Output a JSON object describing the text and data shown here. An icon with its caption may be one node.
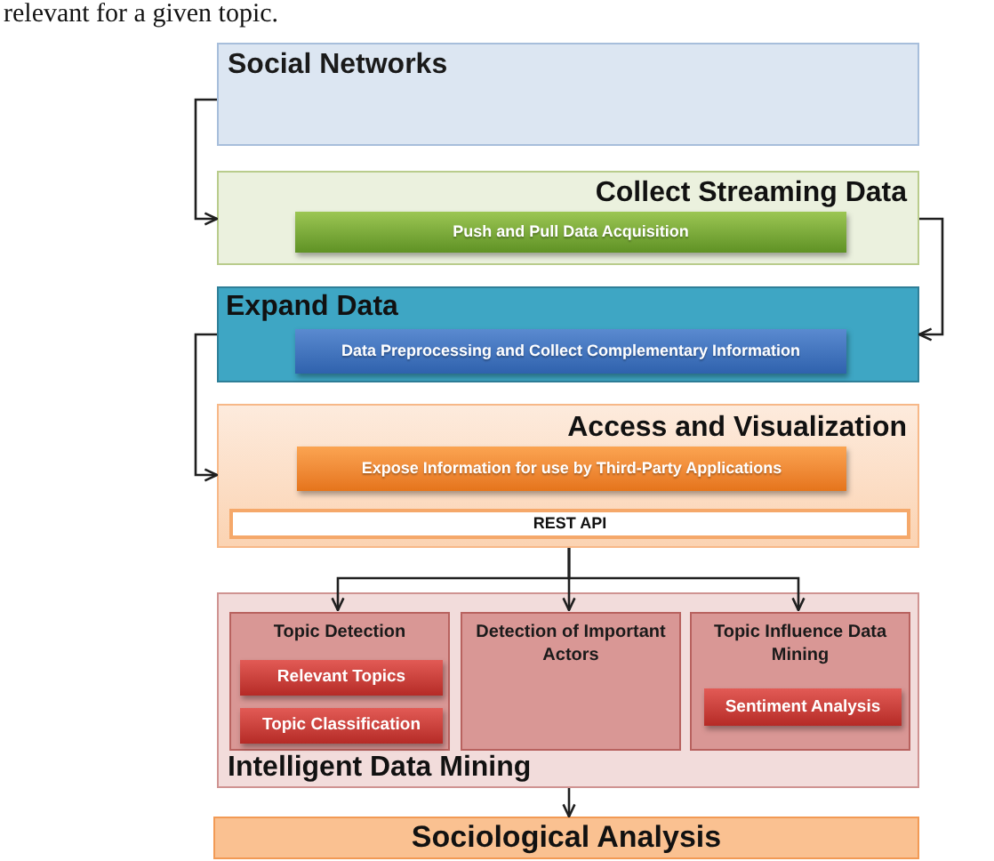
{
  "diagram": {
    "nodes": [
      {
        "text": [
          "Social Networks"
        ]
      },
      {
        "text": [
          "Collect Streaming Data"
        ]
      },
      {
        "text": [
          "Push and Pull Data Acquisition"
        ],
        "in": 1
      },
      {
        "text": [
          "Expand Data"
        ]
      },
      {
        "text": [
          "Data Preprocessing and Collect Complementary Information"
        ],
        "in": 3
      },
      {
        "text": [
          "Access and Visualization"
        ]
      },
      {
        "text": [
          "Expose Information for use by Third-Party Applications"
        ],
        "in": 5
      },
      {
        "text": [
          "REST API"
        ],
        "in": 5
      },
      {
        "text": [
          "Intelligent Data Mining"
        ]
      },
      {
        "text": [
          "Topic Detection"
        ],
        "in": 8
      },
      {
        "text": [
          "Relevant Topics"
        ],
        "in": 9
      },
      {
        "text": [
          "Topic Classification"
        ],
        "in": 9
      },
      {
        "text": [
          "Detection of Important Actors"
        ],
        "in": 8
      },
      {
        "text": [
          "Topic Influence Data Mining"
        ],
        "in": 8
      },
      {
        "text": [
          "Sentiment Analysis"
        ],
        "in": 13
      },
      {
        "text": [
          "Sociological Analysis"
        ]
      }
    ],
    "edges": [
      {
        "from": 0,
        "to": 1,
        "arrow": "to"
      },
      {
        "from": 1,
        "to": 3,
        "arrow": "to"
      },
      {
        "from": 3,
        "to": 5,
        "arrow": "to"
      },
      {
        "from": 5,
        "to": 9,
        "arrow": "to"
      },
      {
        "from": 5,
        "to": 12,
        "arrow": "to"
      },
      {
        "from": 5,
        "to": 13,
        "arrow": "to"
      },
      {
        "from": 8,
        "to": 15,
        "arrow": "to"
      }
    ],
    "labels": [
      "relevant for a given topic."
    ]
  }
}
